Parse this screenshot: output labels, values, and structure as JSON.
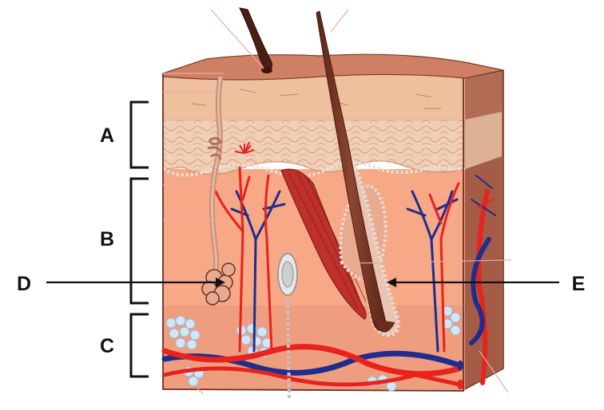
{
  "labels": {
    "a": "A",
    "b": "B",
    "c": "C",
    "d": "D",
    "e": "E"
  },
  "colors": {
    "epidermis": "#efc3a0",
    "epidermis_band": "#e9b596",
    "dermis": "#f6a684",
    "hypodermis": "#f09a7c",
    "skin_surface": "#cc7e63",
    "side_face": "#b06a54",
    "hair": "#6b2c1c",
    "artery": "#e8221d",
    "vein": "#1c2c8a",
    "muscle": "#c0302a",
    "fat": "#cfe3f5",
    "label_line": "#111111"
  }
}
